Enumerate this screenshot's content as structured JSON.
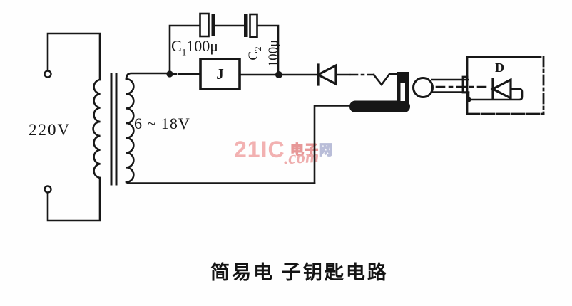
{
  "page": {
    "background": "#fefefe",
    "ink_color": "#171717"
  },
  "schematic": {
    "type": "circuit-diagram",
    "caption": "简易电 子钥匙电路",
    "transformer": {
      "primary_label": "220V",
      "secondary_label": "6 ~ 18V"
    },
    "capacitors": {
      "c1": {
        "name": "C",
        "sub": "1",
        "value": "100μ"
      },
      "c2": {
        "name": "C",
        "sub": "2",
        "value": "100μ"
      }
    },
    "relay": {
      "label": "J"
    },
    "lock_box": {
      "diode_label": "D"
    }
  },
  "watermark": {
    "brand": "21IC",
    "cn_part1": "电子",
    "cn_part2": "网",
    "suffix": ".com",
    "colors": {
      "brand_pink": "#f2b1b1",
      "outline_pink": "#e79898",
      "lavender": "#b9bdd8"
    }
  }
}
